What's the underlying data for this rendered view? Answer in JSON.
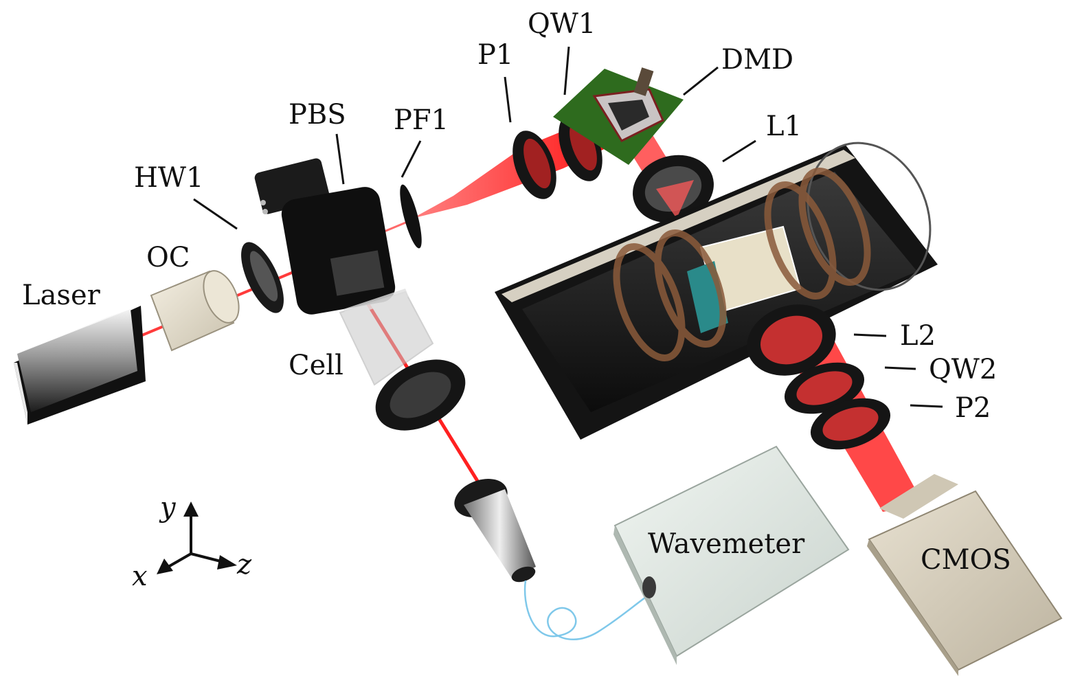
{
  "labels": {
    "laser": "Laser",
    "oc": "OC",
    "hw1": "HW1",
    "pbs": "PBS",
    "pf1": "PF1",
    "p1": "P1",
    "qw1": "QW1",
    "dmd": "DMD",
    "l1": "L1",
    "l2": "L2",
    "qw2": "QW2",
    "p2": "P2",
    "cell": "Cell",
    "wavemeter": "Wavemeter",
    "cmos": "CMOS"
  },
  "axes": {
    "y": "y",
    "x": "x",
    "z": "z"
  },
  "colors": {
    "beam": "#ff1a1a",
    "optic_black": "#141414",
    "cmos_body": "#d8d0c0",
    "wavemeter_body": "#e4ebe6",
    "oc_body": "#e8e2d2",
    "dmd_board": "#2e6b1e",
    "fiber": "#7fc8ea",
    "coil": "#8a5a3a"
  }
}
